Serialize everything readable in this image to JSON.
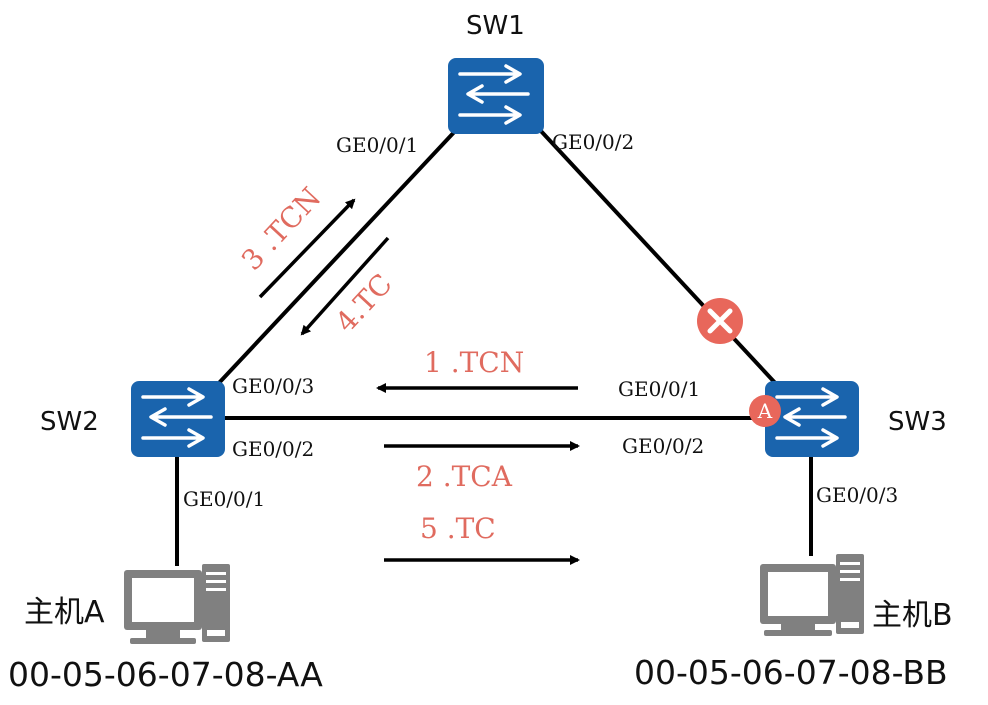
{
  "colors": {
    "switch_fill": "#1a64ad",
    "link": "#000000",
    "message_text": "#e06b5f",
    "blocked_marker": "#e8675b",
    "host_gray": "#808080"
  },
  "switches": {
    "sw1": {
      "label": "SW1",
      "icon": "switch-icon"
    },
    "sw2": {
      "label": "SW2",
      "icon": "switch-icon"
    },
    "sw3": {
      "label": "SW3",
      "icon": "switch-icon",
      "badge": "A"
    }
  },
  "ports": {
    "sw1_ge1": "GE0/0/1",
    "sw1_ge2": "GE0/0/2",
    "sw2_ge3": "GE0/0/3",
    "sw2_ge2": "GE0/0/2",
    "sw2_ge1": "GE0/0/1",
    "sw3_ge1": "GE0/0/1",
    "sw3_ge2": "GE0/0/2",
    "sw3_ge3": "GE0/0/3"
  },
  "messages": {
    "m1": "1 .TCN",
    "m2": "2 .TCA",
    "m3": "3 .TCN",
    "m4": "4.TC",
    "m5": "5 .TC"
  },
  "hosts": {
    "a": {
      "label": "主机A",
      "mac": "00-05-06-07-08-AA",
      "icon": "computer-icon"
    },
    "b": {
      "label": "主机B",
      "mac": "00-05-06-07-08-BB",
      "icon": "computer-icon"
    }
  },
  "blocked_port_icon": "blocked-x-icon"
}
